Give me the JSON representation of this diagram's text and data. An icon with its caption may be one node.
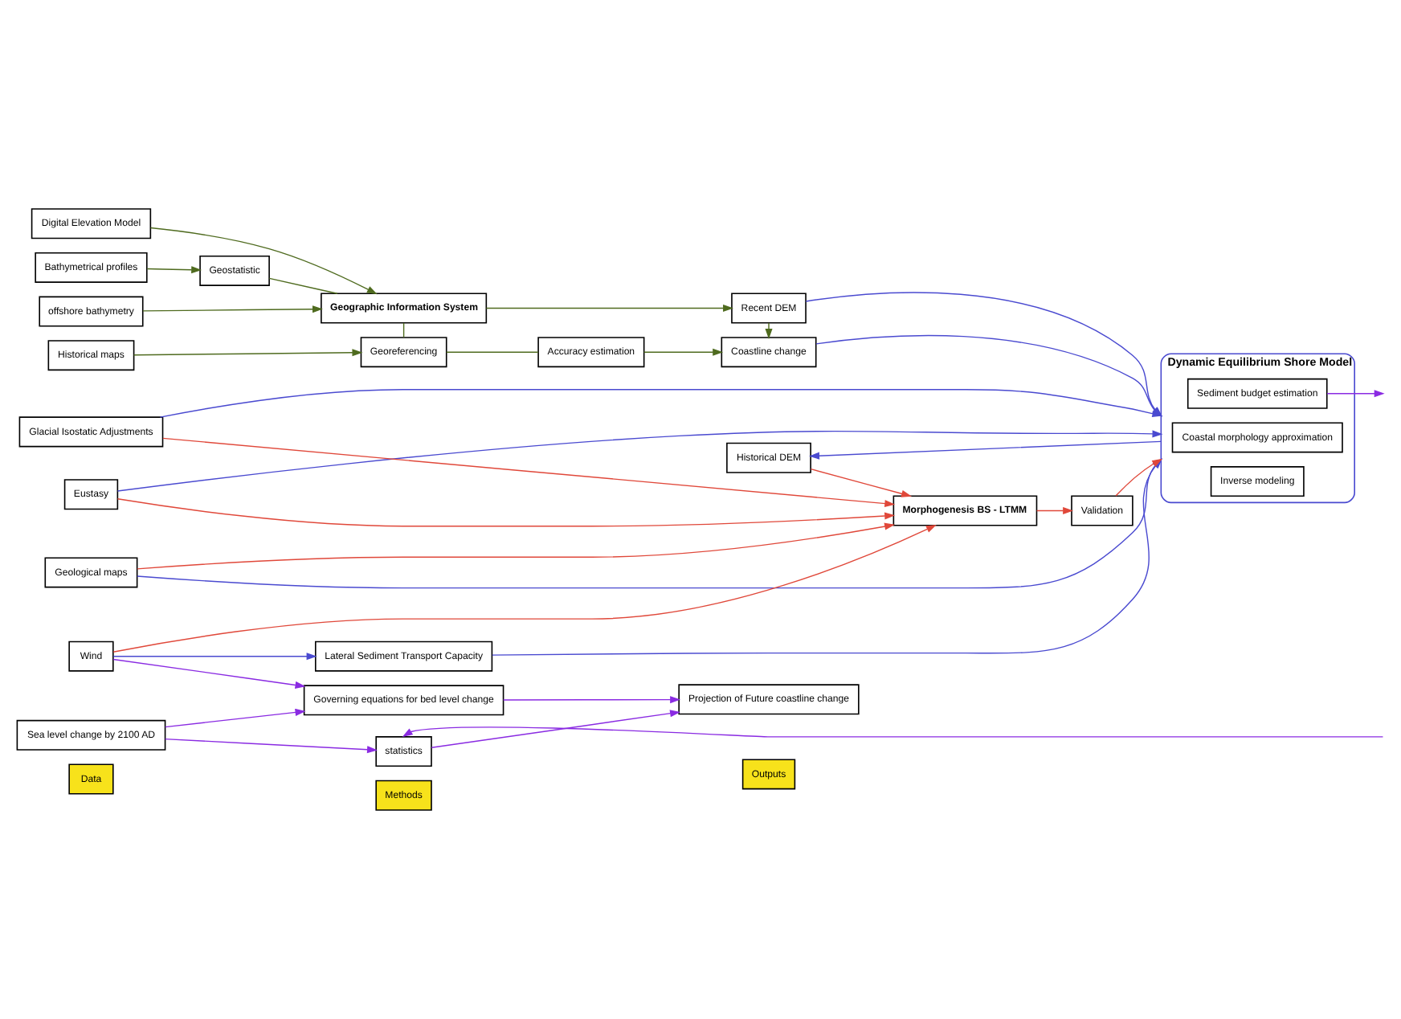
{
  "diagram": {
    "nodes": [
      {
        "text": [
          "Data"
        ]
      },
      {
        "text": [
          "Methods"
        ]
      },
      {
        "text": [
          "Outputs"
        ]
      },
      {
        "text": [
          "Bathymetrical profiles"
        ]
      },
      {
        "text": [
          "offshore bathymetry"
        ]
      },
      {
        "text": [
          "Digital Elevation Model"
        ]
      },
      {
        "text": [
          "Historical maps"
        ]
      },
      {
        "text": [
          "Geostatistic"
        ]
      },
      {
        "text": [
          "Geographic Information System"
        ]
      },
      {
        "text": [
          "Georeferencing"
        ]
      },
      {
        "text": [
          "Accuracy estimation"
        ]
      },
      {
        "text": [
          "Recent DEM"
        ]
      },
      {
        "text": [
          "Coastline change"
        ]
      },
      {
        "text": [
          "Eustasy"
        ]
      },
      {
        "text": [
          "Glacial Isostatic Adjustments"
        ]
      },
      {
        "text": [
          "Geological maps"
        ]
      },
      {
        "text": [
          "Dynamic Equilibrium Shore Model"
        ]
      },
      {
        "text": [
          "Sediment budget estimation"
        ],
        "in": 16
      },
      {
        "text": [
          "Coastal morphology approximation"
        ],
        "in": 16
      },
      {
        "text": [
          "Inverse modeling"
        ],
        "in": 16
      },
      {
        "text": [
          "Historical DEM"
        ]
      },
      {
        "text": [
          "Lateral Sediment Transport Capacity"
        ]
      },
      {
        "text": [
          "Validation"
        ]
      },
      {
        "text": [
          "Morphogenesis BS - LTMM"
        ]
      },
      {
        "text": [
          "Wind"
        ]
      },
      {
        "text": [
          "Sea level change by 2100 AD"
        ]
      },
      {
        "text": [
          "statistics"
        ]
      },
      {
        "text": [
          "Governing equations for bed level change"
        ]
      },
      {
        "text": [
          "Projection of Future coastline change"
        ]
      }
    ],
    "edges": [
      {
        "from": 3,
        "to": 7,
        "arrow": "to"
      },
      {
        "from": 4,
        "to": 8,
        "arrow": "to"
      },
      {
        "from": 5,
        "to": 8,
        "arrow": "to"
      },
      {
        "from": 6,
        "to": 9,
        "arrow": "to"
      },
      {
        "from": 7,
        "to": 8,
        "arrow": "none"
      },
      {
        "from": 8,
        "to": 9,
        "arrow": "none"
      },
      {
        "from": 9,
        "to": 10,
        "arrow": "none"
      },
      {
        "from": 10,
        "to": 12,
        "arrow": "to"
      },
      {
        "from": 8,
        "to": 11,
        "arrow": "to"
      },
      {
        "from": 11,
        "to": 12,
        "arrow": "to"
      },
      {
        "from": 11,
        "to": 16,
        "arrow": "to",
        "color": "#4a4ad0"
      },
      {
        "from": 12,
        "to": 16,
        "arrow": "to",
        "color": "#4a4ad0"
      },
      {
        "from": 13,
        "to": 16,
        "arrow": "to",
        "color": "#4a4ad0"
      },
      {
        "from": 14,
        "to": 16,
        "arrow": "to",
        "color": "#4a4ad0"
      },
      {
        "from": 15,
        "to": 16,
        "arrow": "to",
        "color": "#4a4ad0"
      },
      {
        "from": 16,
        "to": 20,
        "arrow": "to",
        "color": "#4a4ad0"
      },
      {
        "from": 21,
        "to": 16,
        "arrow": "to",
        "color": "#4a4ad0"
      },
      {
        "from": 24,
        "to": 21,
        "arrow": "to",
        "color": "#4a4ad0"
      },
      {
        "from": 17,
        "to": null,
        "arrow": "to",
        "color": "#8a2be2"
      },
      {
        "from": null,
        "to": 26,
        "arrow": "to",
        "color": "#8a2be2"
      },
      {
        "from": 24,
        "to": 27,
        "arrow": "to",
        "color": "#8a2be2"
      },
      {
        "from": 25,
        "to": 26,
        "arrow": "to",
        "color": "#8a2be2"
      },
      {
        "from": 25,
        "to": 27,
        "arrow": "to",
        "color": "#8a2be2"
      },
      {
        "from": 26,
        "to": 28,
        "arrow": "to",
        "color": "#8a2be2"
      },
      {
        "from": 27,
        "to": 28,
        "arrow": "to",
        "color": "#8a2be2"
      },
      {
        "from": 13,
        "to": 23,
        "arrow": "to",
        "color": "#e0483a"
      },
      {
        "from": 14,
        "to": 23,
        "arrow": "to",
        "color": "#e0483a"
      },
      {
        "from": 15,
        "to": 23,
        "arrow": "to",
        "color": "#e0483a"
      },
      {
        "from": 24,
        "to": 23,
        "arrow": "to",
        "color": "#e0483a"
      },
      {
        "from": 20,
        "to": 23,
        "arrow": "to",
        "color": "#e0483a"
      },
      {
        "from": 23,
        "to": 22,
        "arrow": "to",
        "color": "#e0483a"
      },
      {
        "from": 22,
        "to": 16,
        "arrow": "to",
        "color": "#e0483a"
      }
    ]
  }
}
